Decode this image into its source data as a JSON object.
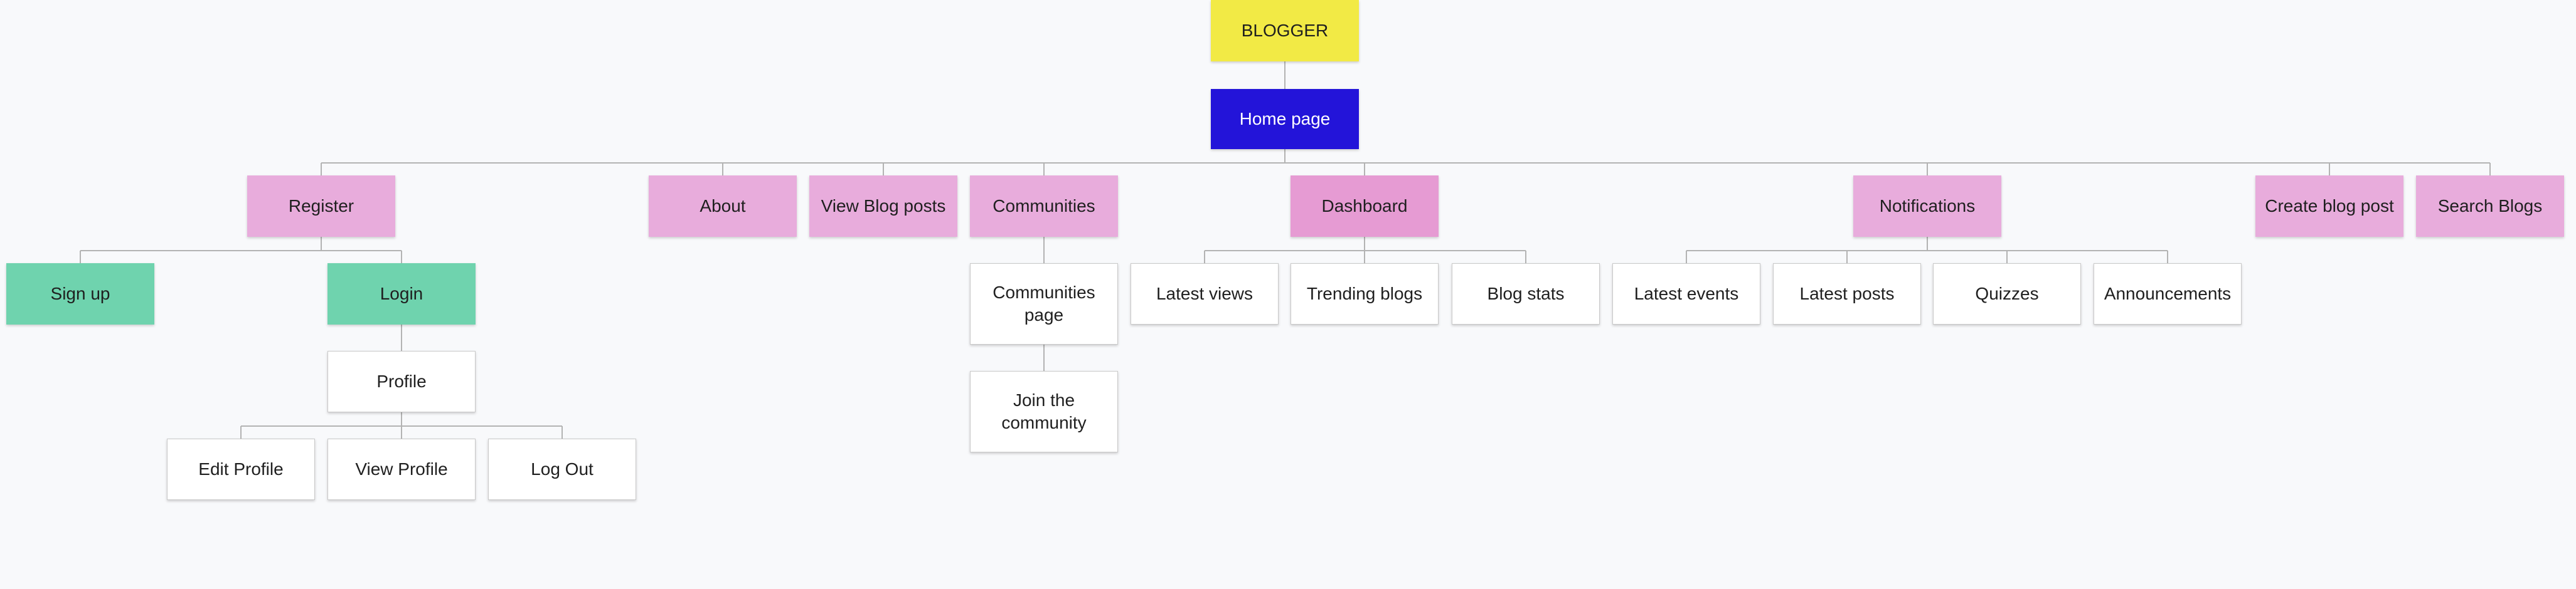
{
  "colors": {
    "background": "#f8f9fb",
    "root": "#f2ea45",
    "home": "#2314d9",
    "section": "#e8acdc",
    "section_active": "#e69bd3",
    "auth": "#6fd3ae",
    "leaf": "#ffffff",
    "connector": "#b3b3b3"
  },
  "nodes": {
    "blogger": "BLOGGER",
    "home_page": "Home page",
    "register": "Register",
    "about": "About",
    "view_blog_posts": "View Blog posts",
    "communities": "Communities",
    "dashboard": "Dashboard",
    "notifications": "Notifications",
    "create_blog_post": "Create blog post",
    "search_blogs": "Search Blogs",
    "sign_up": "Sign up",
    "login": "Login",
    "profile": "Profile",
    "edit_profile": "Edit Profile",
    "view_profile": "View Profile",
    "log_out": "Log Out",
    "communities_page": "Communities\npage",
    "join_the_community": "Join the\ncommunity",
    "latest_views": "Latest views",
    "trending_blogs": "Trending blogs",
    "blog_stats": "Blog stats",
    "latest_events": "Latest events",
    "latest_posts": "Latest posts",
    "quizzes": "Quizzes",
    "announcements": "Announcements"
  }
}
